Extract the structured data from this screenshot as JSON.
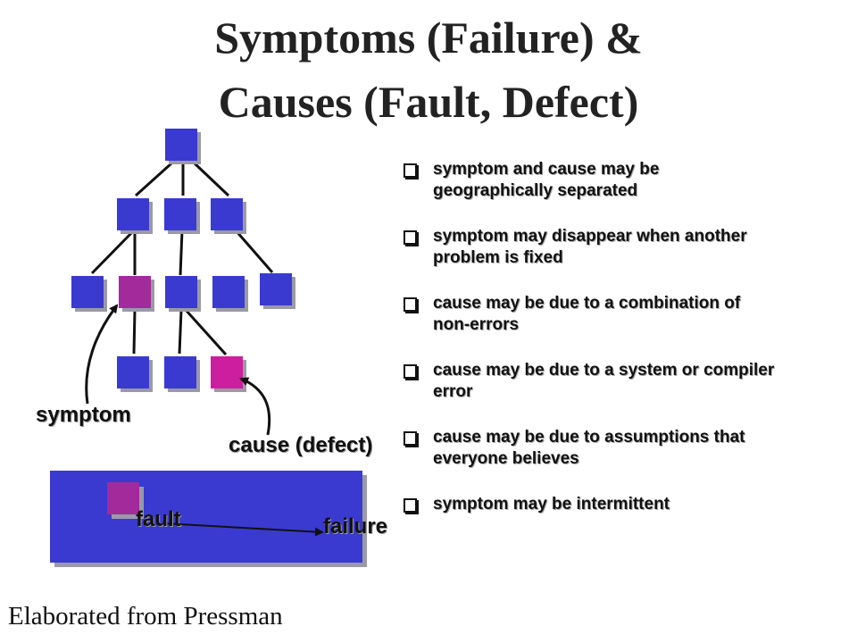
{
  "title": {
    "line1": "Symptoms (Failure) &",
    "line2": "Causes (Fault, Defect)"
  },
  "diagram": {
    "labels": {
      "symptom": "symptom",
      "cause": "cause (defect)",
      "fault": "fault",
      "failure": "failure"
    },
    "colors": {
      "node": "#3a3ad0",
      "symptom_node": "#a32a9a",
      "cause_node": "#cc1e9e",
      "panel": "#3a3ad0",
      "shadow": "#9a9aa6"
    }
  },
  "bullets": [
    "symptom and cause may be geographically separated",
    "symptom may disappear when another problem is fixed",
    "cause may be due to a combination of non-errors",
    "cause may be due to a system or compiler error",
    "cause may be due to assumptions that everyone believes",
    "symptom may be intermittent"
  ],
  "credit": "Elaborated from Pressman"
}
